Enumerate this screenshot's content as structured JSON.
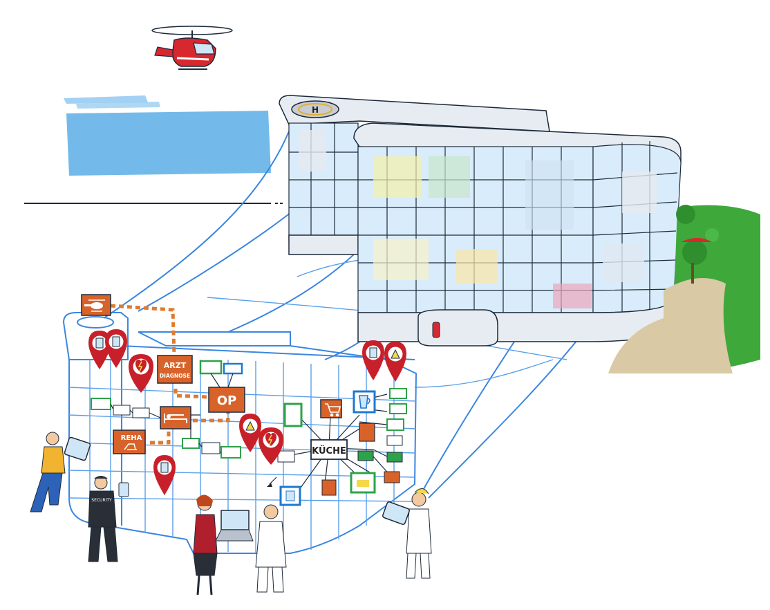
{
  "labels": {
    "arzt_line1": "ARZT",
    "arzt_line2": "DIAGNOSE",
    "op": "OP",
    "reha": "REHA",
    "kueche": "KÜCHE",
    "security": "SECURITY",
    "helipad": "H"
  },
  "icons": {
    "helicopter": "helicopter-icon",
    "defibrillator": "heart-lightning-icon",
    "location_pin": "map-pin-icon",
    "shopping_cart": "cart-icon",
    "bed": "bed-icon",
    "measuring_jug": "jug-icon",
    "chair": "chair-icon",
    "tablet": "tablet-icon",
    "fire_extinguisher": "extinguisher-icon"
  },
  "colors": {
    "orange_box": "#d8632a",
    "green_box": "#2ea24a",
    "blue_box": "#1e78d0",
    "pin_red": "#c8202a",
    "wireframe_blue": "#3a86e0",
    "sky_blue": "#5aaee8",
    "grass_green": "#3ea83a"
  }
}
